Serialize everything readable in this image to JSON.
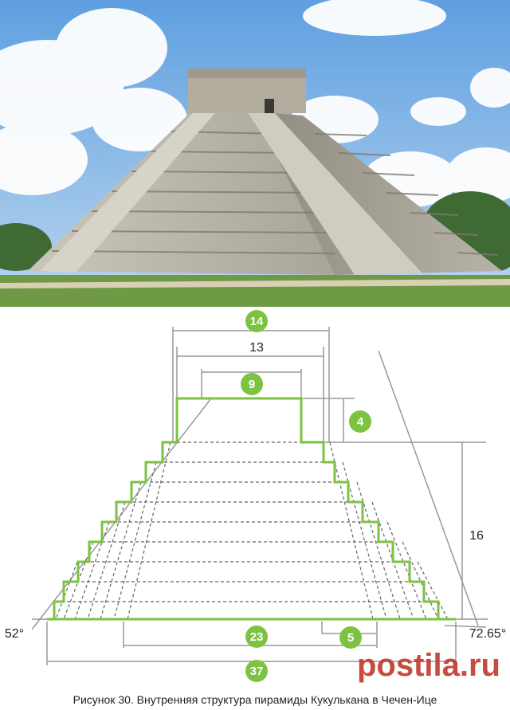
{
  "caption": "Рисунок 30. Внутренняя структура пирамиды Кукулькана в Чечен-Ице",
  "watermark": "postila.ru",
  "colors": {
    "accent_green": "#7dc242",
    "dim_line": "#999999",
    "sky": "#7fb0e0"
  },
  "diagram": {
    "badges": {
      "top_width": "14",
      "temple_width": "9",
      "temple_height": "4",
      "base_inner": "23",
      "step_offset": "5",
      "base_total": "37"
    },
    "plain": {
      "top_platform": "13",
      "height": "16",
      "left_angle": "52°",
      "right_angle": "72.65°"
    }
  }
}
